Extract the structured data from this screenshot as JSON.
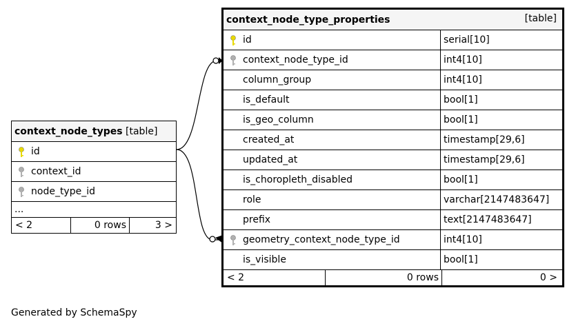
{
  "left_table": {
    "name": "context_node_types",
    "kind": "[table]",
    "columns": [
      {
        "name": "id",
        "key": "primary"
      },
      {
        "name": "context_id",
        "key": "foreign"
      },
      {
        "name": "node_type_id",
        "key": "foreign"
      }
    ],
    "ellipsis": "...",
    "footer": {
      "prev": "< 2",
      "rows": "0 rows",
      "next": "3 >"
    }
  },
  "right_table": {
    "name": "context_node_type_properties",
    "kind": "[table]",
    "columns": [
      {
        "name": "id",
        "type": "serial[10]",
        "key": "primary"
      },
      {
        "name": "context_node_type_id",
        "type": "int4[10]",
        "key": "foreign"
      },
      {
        "name": "column_group",
        "type": "int4[10]",
        "key": "none"
      },
      {
        "name": "is_default",
        "type": "bool[1]",
        "key": "none"
      },
      {
        "name": "is_geo_column",
        "type": "bool[1]",
        "key": "none"
      },
      {
        "name": "created_at",
        "type": "timestamp[29,6]",
        "key": "none"
      },
      {
        "name": "updated_at",
        "type": "timestamp[29,6]",
        "key": "none"
      },
      {
        "name": "is_choropleth_disabled",
        "type": "bool[1]",
        "key": "none"
      },
      {
        "name": "role",
        "type": "varchar[2147483647]",
        "key": "none"
      },
      {
        "name": "prefix",
        "type": "text[2147483647]",
        "key": "none"
      },
      {
        "name": "geometry_context_node_type_id",
        "type": "int4[10]",
        "key": "foreign"
      },
      {
        "name": "is_visible",
        "type": "bool[1]",
        "key": "none"
      }
    ],
    "footer": {
      "prev": "< 2",
      "rows": "0 rows",
      "next": "0 >"
    }
  },
  "colors": {
    "primary_key": "#e8d900",
    "foreign_key": "#b0b0b0",
    "header_bg": "#f5f5f5",
    "line": "#000000"
  },
  "footer_text": "Generated by SchemaSpy"
}
